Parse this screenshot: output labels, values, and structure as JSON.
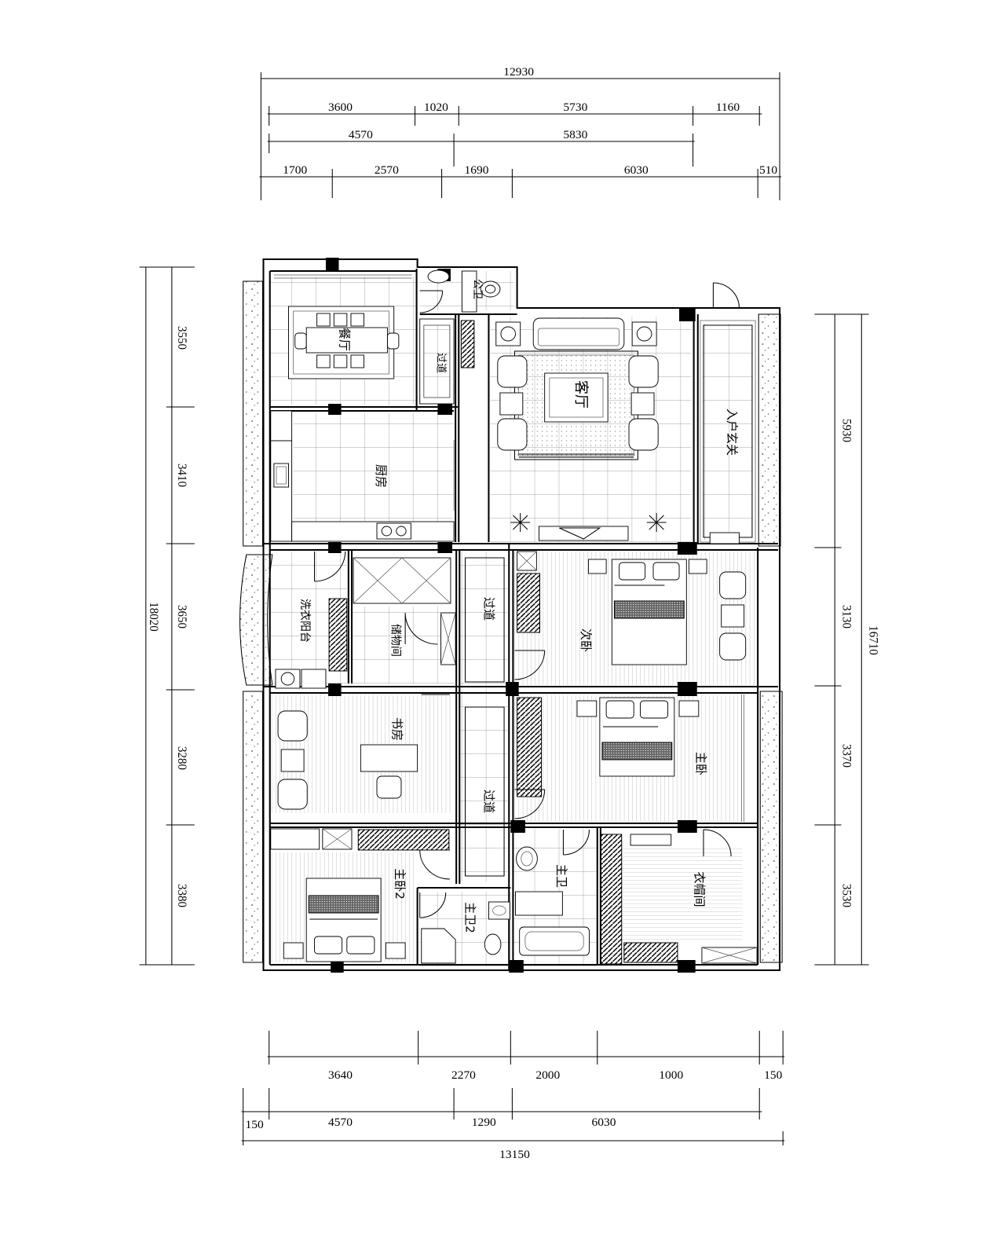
{
  "dimensions": {
    "top": {
      "overall": "12930",
      "row1": [
        "3600",
        "1020",
        "5730",
        "1160"
      ],
      "row2": [
        "4570",
        "5830"
      ],
      "row3": [
        "1700",
        "2570",
        "1690",
        "6030",
        "510"
      ]
    },
    "left": {
      "overall": "18020",
      "segments": [
        "3550",
        "3410",
        "3650",
        "3280",
        "3380"
      ]
    },
    "right": {
      "overall": "16710",
      "segments": [
        "5930",
        "3130",
        "3370",
        "3530"
      ]
    },
    "bottom": {
      "row1": [
        "3640",
        "2270",
        "2000",
        "1000",
        "150"
      ],
      "row2": [
        "150",
        "4570",
        "1290",
        "6030"
      ],
      "overall": "13150"
    }
  },
  "rooms": {
    "dining": "餐厅",
    "public_bath": "公卫",
    "corridor_top": "过道",
    "living": "客厅",
    "kitchen": "厨房",
    "foyer": "入户玄关",
    "laundry": "洗衣阳台",
    "storage": "储物间",
    "corridor_mid": "过道",
    "study": "书房",
    "corridor_low": "过道",
    "bedroom_2": "次卧",
    "master_bedroom": "主卧",
    "master_bath": "主卫",
    "walk_in_closet": "衣帽间",
    "bedroom_3": "主卧2",
    "bath_2": "主卫2"
  }
}
